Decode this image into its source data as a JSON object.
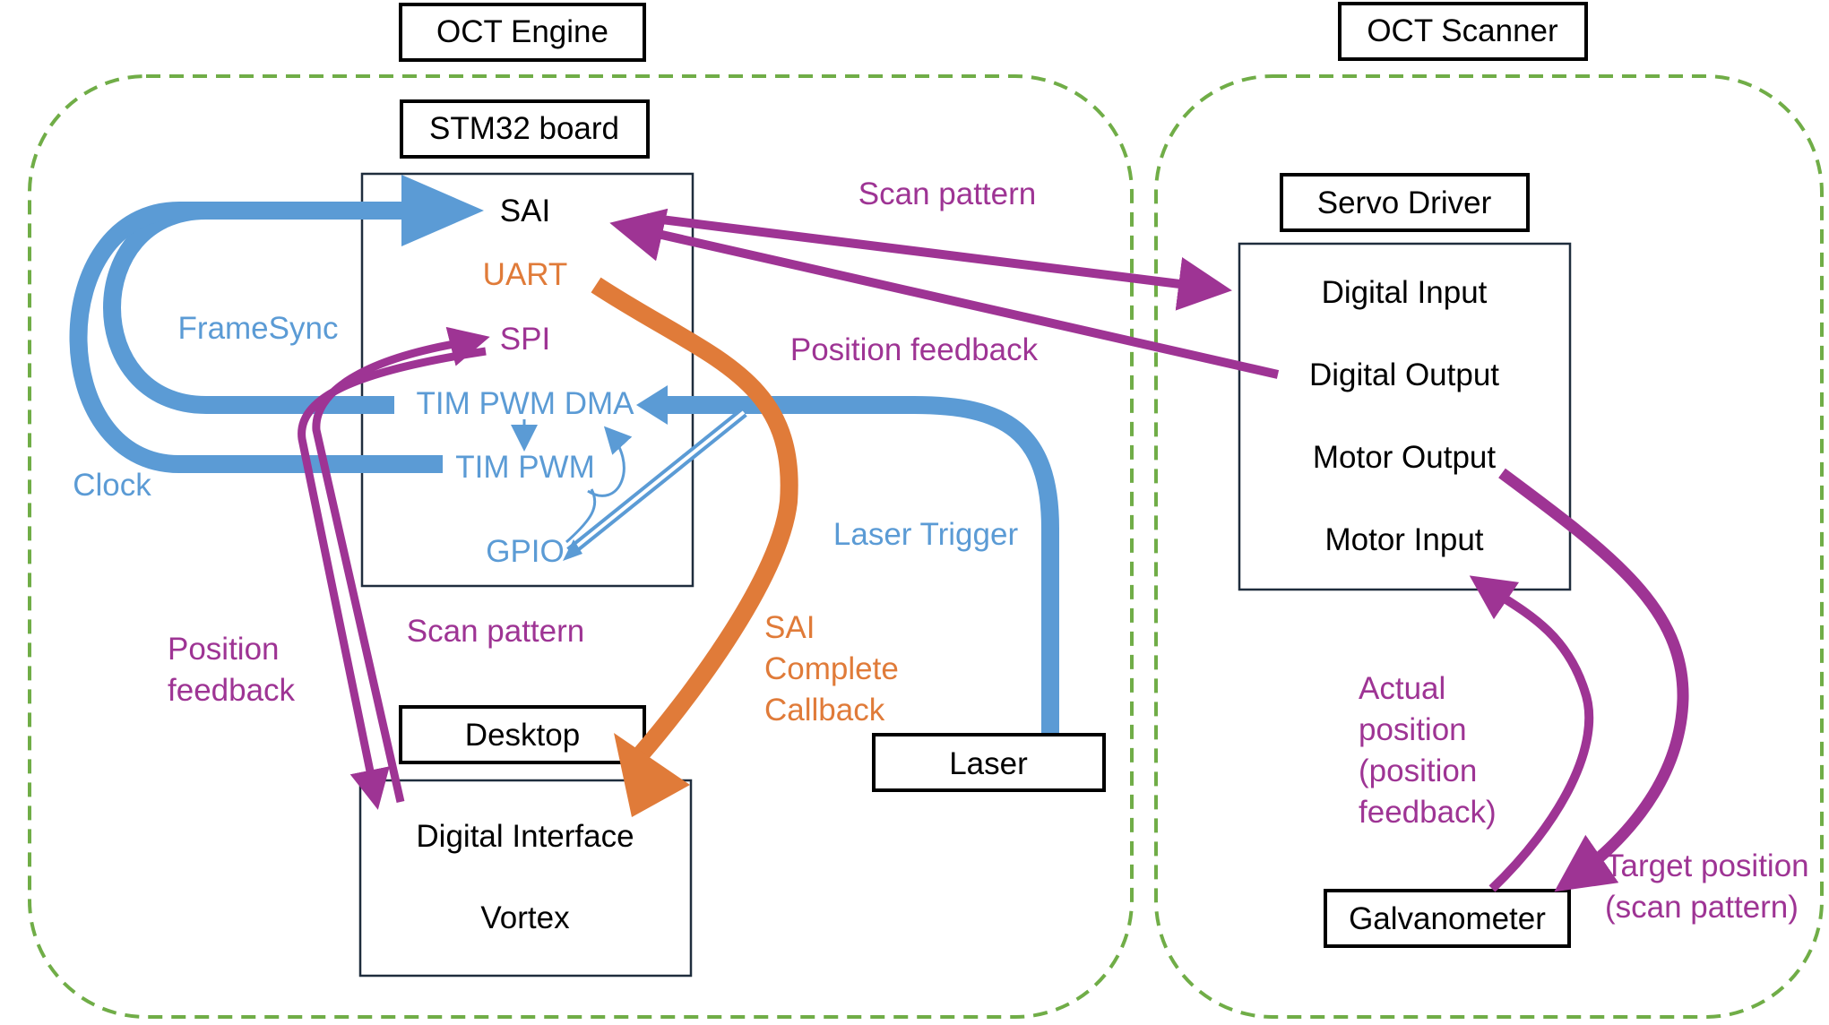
{
  "colors": {
    "group_border": "#70ad47",
    "box_border": "#000000",
    "inner_border": "#1f2d3d",
    "blue": "#5b9bd5",
    "purple": "#9e3494",
    "orange": "#e07b39",
    "text": "#000000"
  },
  "groups": {
    "engine_title": "OCT Engine",
    "scanner_title": "OCT Scanner"
  },
  "boxes": {
    "stm32": "STM32 board",
    "desktop": "Desktop",
    "laser": "Laser",
    "servo": "Servo Driver",
    "galvo": "Galvanometer"
  },
  "stm32_items": {
    "sai": "SAI",
    "uart": "UART",
    "spi": "SPI",
    "tim_pwm_dma": "TIM PWM DMA",
    "tim_pwm": "TIM PWM",
    "gpio": "GPIO"
  },
  "desktop_items": {
    "digital_interface": "Digital Interface",
    "vortex": "Vortex"
  },
  "servo_items": {
    "digital_input": "Digital Input",
    "digital_output": "Digital Output",
    "motor_output": "Motor Output",
    "motor_input": "Motor Input"
  },
  "labels": {
    "scan_pattern_top": "Scan pattern",
    "position_feedback_top": "Position feedback",
    "framesync": "FrameSync",
    "clock": "Clock",
    "laser_trigger": "Laser Trigger",
    "position_feedback_left": [
      "Position",
      "feedback"
    ],
    "scan_pattern_mid": "Scan pattern",
    "sai_complete_callback": [
      "SAI",
      "Complete",
      "Callback"
    ],
    "actual_position": [
      "Actual",
      "position",
      "(position",
      "feedback)"
    ],
    "target_position": [
      "Target position",
      "(scan pattern)"
    ]
  }
}
